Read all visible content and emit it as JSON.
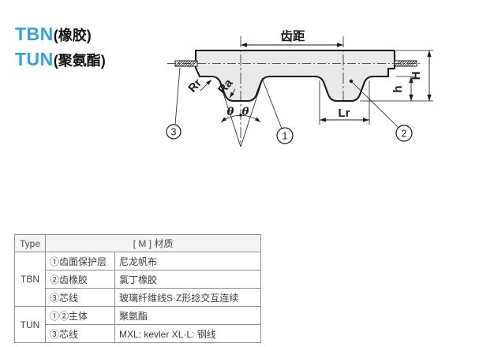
{
  "brand": {
    "line1": {
      "code": "TBN",
      "note": "(橡胶)"
    },
    "line2": {
      "code": "TUN",
      "note": "(聚氨酯)"
    }
  },
  "diagram": {
    "pitch_label": "齿距",
    "rr_label": "Rr",
    "ra_label": "Ra",
    "theta_left": "θ",
    "theta_right": "θ",
    "lr_label": "Lr",
    "h_label": "h",
    "H_label": "H",
    "callout_1": "1",
    "callout_2": "2",
    "callout_3": "3"
  },
  "table": {
    "header": {
      "type": "Type",
      "material": "[ M ] 材质"
    },
    "groups": [
      {
        "type": "TBN",
        "rows": [
          {
            "part": "①齿面保护层",
            "material": "尼龙帆布"
          },
          {
            "part": "②齿橡胶",
            "material": "氯丁橡胶"
          },
          {
            "part": "③芯线",
            "material": "玻璃纤维线S·Z形捻交互连续"
          }
        ]
      },
      {
        "type": "TUN",
        "rows": [
          {
            "part": "①②主体",
            "material": "聚氨酯"
          },
          {
            "part": "③芯线",
            "material": "MXL: kevler XL·L: 钢线"
          }
        ]
      }
    ]
  },
  "colors": {
    "accent_blue": "#33a3dc",
    "belt_fill": "#e9e9e9",
    "line_dark": "#1a1a1a",
    "table_border": "#8f8f8f",
    "table_text": "#3d3d3d"
  }
}
